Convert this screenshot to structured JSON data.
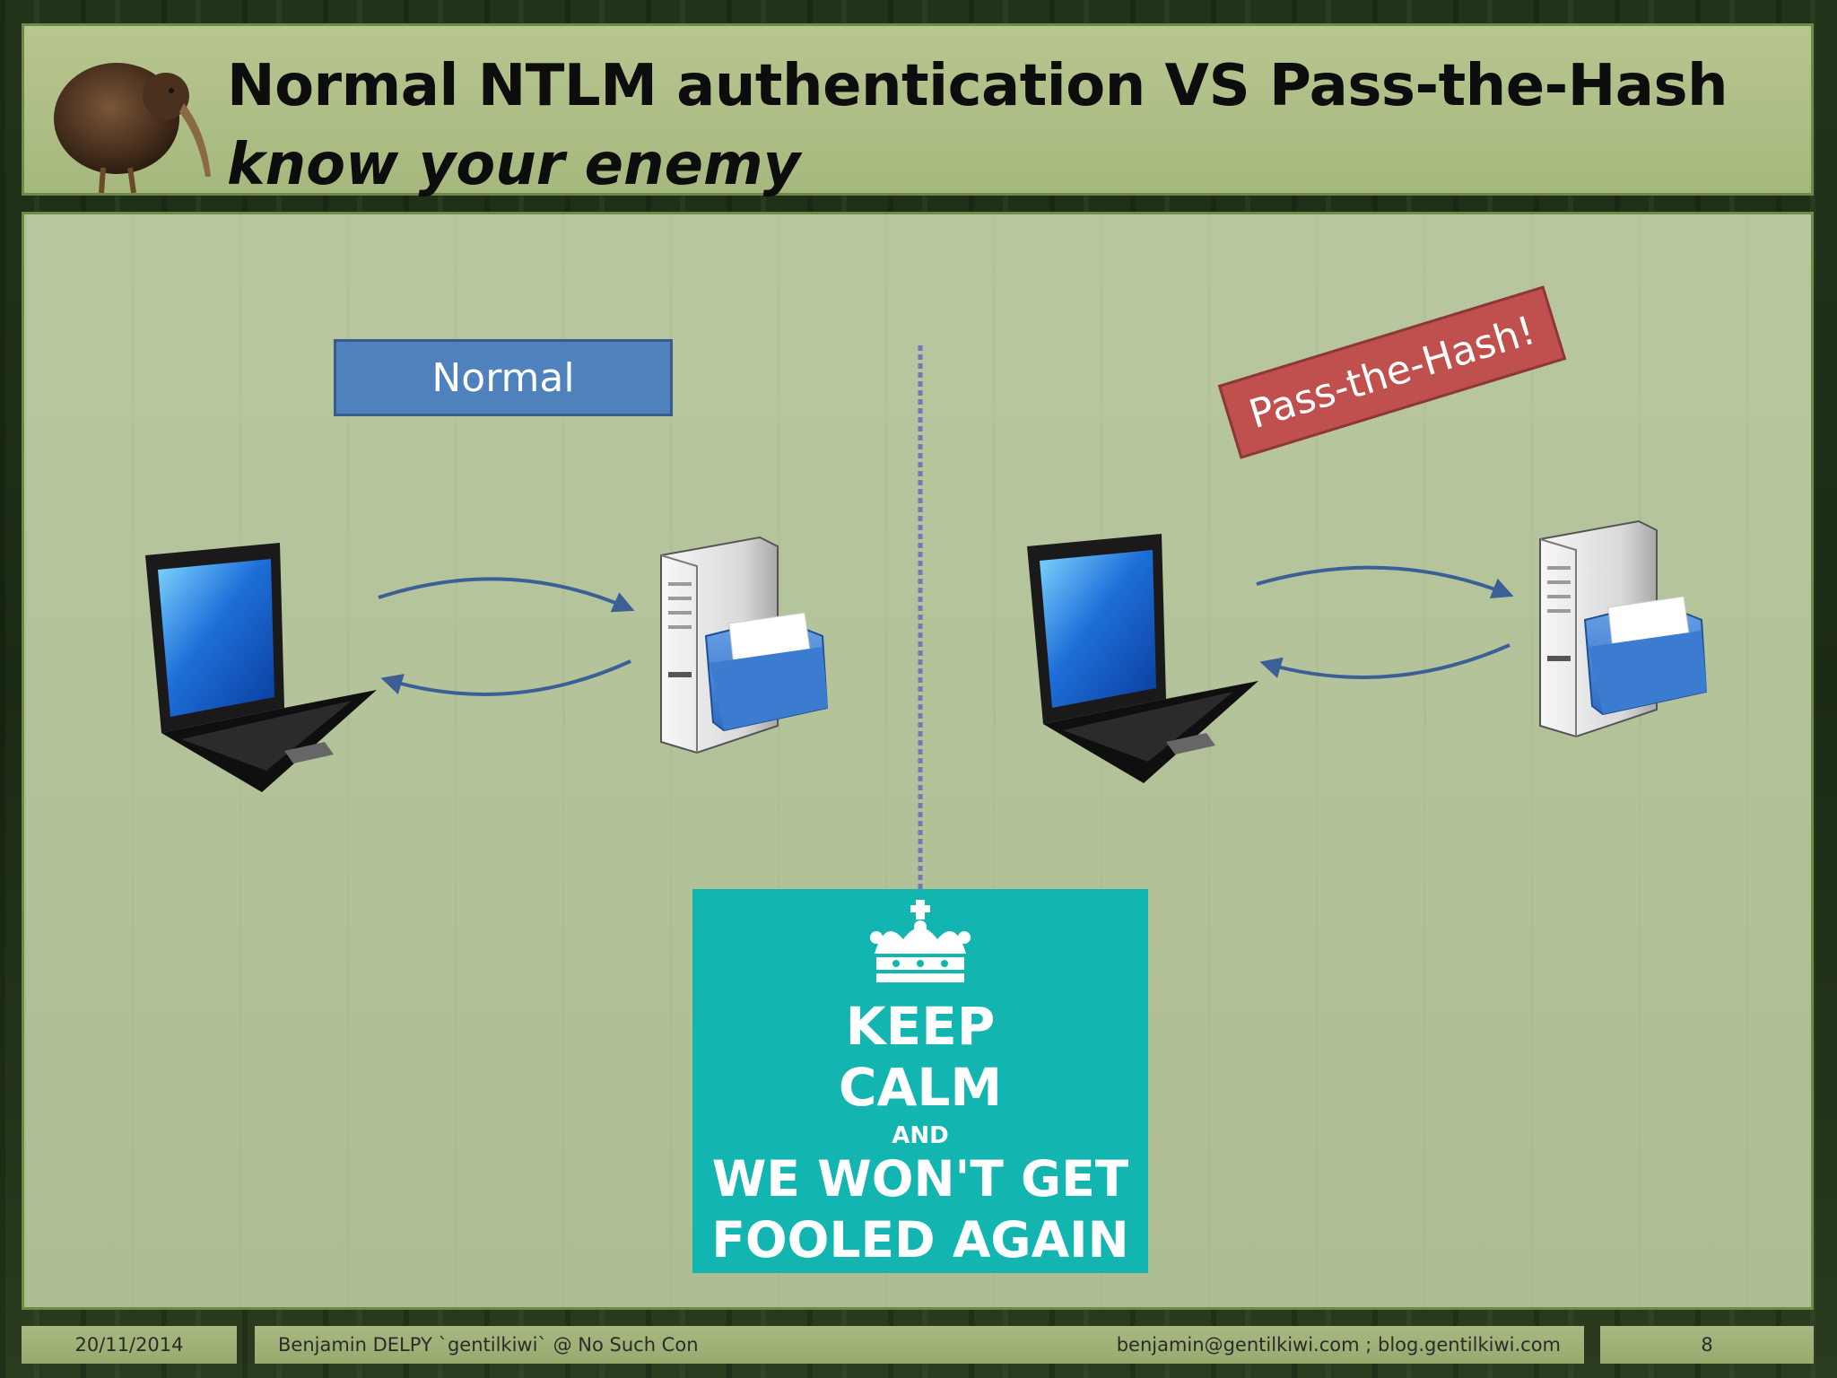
{
  "header": {
    "title": "Normal NTLM authentication VS Pass-the-Hash",
    "subtitle": "know your enemy"
  },
  "diagram": {
    "left_label": "Normal",
    "right_label": "Pass-the-Hash!"
  },
  "poster": {
    "line1": "KEEP",
    "line2": "CALM",
    "line3": "AND",
    "line4": "WE WON'T GET",
    "line5": "FOOLED AGAIN"
  },
  "footer": {
    "date": "20/11/2014",
    "author": "Benjamin DELPY `gentilkiwi` @ No Such Con",
    "contact": "benjamin@gentilkiwi.com ; blog.gentilkiwi.com",
    "page": "8"
  },
  "colors": {
    "normal_box": "#4f81bd",
    "pth_box": "#c0504d",
    "poster_bg": "#13b5b1",
    "arrow": "#3c5f96"
  }
}
